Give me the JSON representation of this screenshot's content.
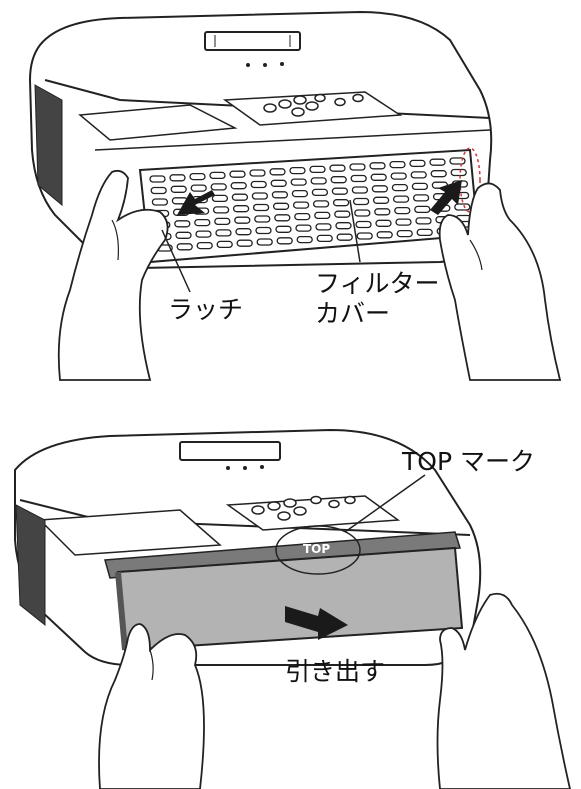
{
  "step1": {
    "latch_label": "ラッチ",
    "filter_cover_label_line1": "フィルター",
    "filter_cover_label_line2": "カバー"
  },
  "step2": {
    "top_mark_label": "TOP マーク",
    "top_text_on_filter": "TOP",
    "pull_out_label": "引き出す"
  },
  "colors": {
    "outline": "#222222",
    "arrow": "#1a1a1a",
    "filter_gray": "#b3b3b3",
    "highlight_dash": "#d0343c"
  }
}
